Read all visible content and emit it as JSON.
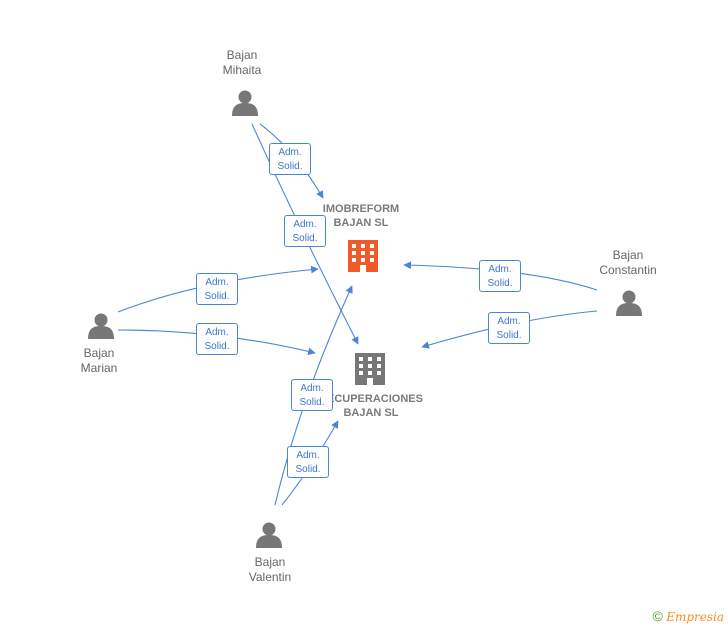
{
  "people": [
    {
      "id": "mihaita",
      "name": [
        "Bajan",
        "Mihaita"
      ]
    },
    {
      "id": "constantin",
      "name": [
        "Bajan",
        "Constantin"
      ]
    },
    {
      "id": "marian",
      "name": [
        "Bajan",
        "Marian"
      ]
    },
    {
      "id": "valentin",
      "name": [
        "Bajan",
        "Valentin"
      ]
    }
  ],
  "companies": [
    {
      "id": "imobreform",
      "name": [
        "IMOBREFORM",
        "BAJAN  SL"
      ],
      "color": "#f05a28"
    },
    {
      "id": "recuperaciones",
      "name": [
        "RECUPERACIONES",
        "BAJAN  SL"
      ],
      "color": "#777777"
    }
  ],
  "role": {
    "line1": "Adm.",
    "line2": "Solid."
  },
  "colors": {
    "edge": "#4a86d8",
    "person": "#777777"
  },
  "footer": {
    "copyright": "©",
    "brand": "Empresia"
  }
}
